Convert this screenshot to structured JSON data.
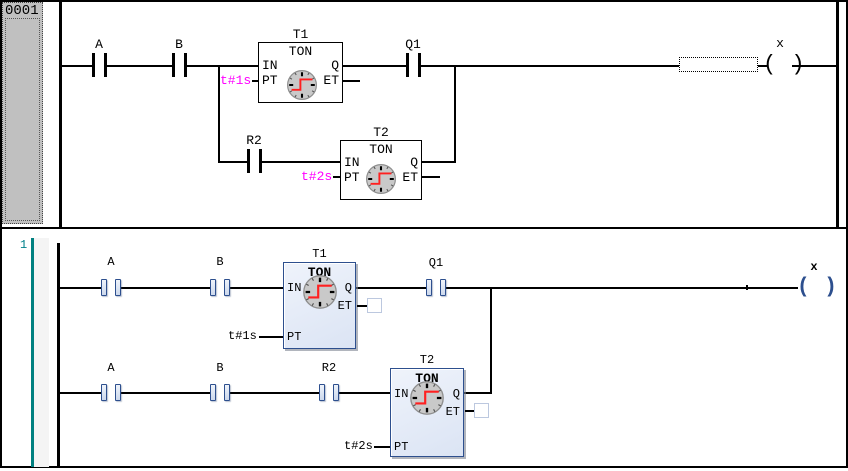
{
  "top_editor": {
    "rung_id": "0001",
    "rung1": {
      "contact_a": "A",
      "contact_b": "B",
      "contact_q1": "Q1",
      "coil_label": "x",
      "coil_symbol": "( )"
    },
    "branch": {
      "contact_r2": "R2"
    },
    "t1": {
      "title": "T1",
      "type": "TON",
      "pin_in": "IN",
      "pin_pt": "PT",
      "pin_q": "Q",
      "pin_et": "ET",
      "pt_value": "t#1s"
    },
    "t2": {
      "title": "T2",
      "type": "TON",
      "pin_in": "IN",
      "pin_pt": "PT",
      "pin_q": "Q",
      "pin_et": "ET",
      "pt_value": "t#2s"
    }
  },
  "bottom_editor": {
    "rung_id": "1",
    "rung1": {
      "contact_a": "A",
      "contact_b": "B",
      "contact_q1": "Q1",
      "coil_label": "x",
      "coil_symbol": "( )"
    },
    "rung2": {
      "contact_a": "A",
      "contact_b": "B",
      "contact_r2": "R2"
    },
    "t1": {
      "title": "T1",
      "type": "TON",
      "pin_in": "IN",
      "pin_pt": "PT",
      "pin_q": "Q",
      "pin_et": "ET",
      "pt_value": "t#1s"
    },
    "t2": {
      "title": "T2",
      "type": "TON",
      "pin_in": "IN",
      "pin_pt": "PT",
      "pin_q": "Q",
      "pin_et": "ET",
      "pt_value": "t#2s"
    }
  },
  "colors": {
    "time_literal": "#ff00ff",
    "network_marker": "#008080",
    "block_border": "#2d4f8e",
    "clock_step": "#ff2020",
    "rung_header_bg": "#c0c0c0"
  }
}
